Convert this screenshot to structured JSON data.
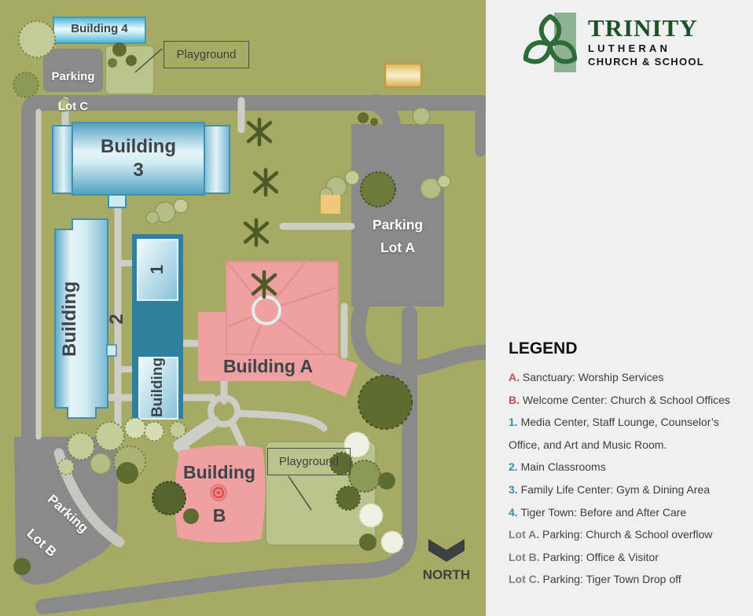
{
  "logo": {
    "trinity": "TRINITY",
    "lutheran": "LUTHERAN",
    "church_school": "CHURCH & SCHOOL",
    "knot_color": "#2d6b38",
    "rect_color": "#8fb293"
  },
  "map": {
    "background_color": "#a6aa64",
    "road_color": "#8a8a8a",
    "path_color": "#cdcec6",
    "building_blue_color": "#4f9fc0",
    "building_teal_color": "#2f7f9d",
    "building_pink_color": "#efa1a1",
    "building4": {
      "label": "Building 4"
    },
    "parking_lot_c": {
      "line1": "Parking",
      "line2": "Lot  C"
    },
    "playground_top": {
      "label": "Playground"
    },
    "building3": {
      "line1": "Building",
      "line2": "3"
    },
    "building2": {
      "line1": "Building",
      "line2": "2"
    },
    "building1": {
      "number": "1",
      "word": "Building"
    },
    "building_a": {
      "label": "Building A"
    },
    "parking_lot_a": {
      "line1": "Parking",
      "line2": "Lot  A"
    },
    "building_b": {
      "word": "Building",
      "letter": "B"
    },
    "playground_bottom": {
      "label": "Playground"
    },
    "parking_lot_b": {
      "line1": "Parking",
      "line2": "Lot  B"
    },
    "north": {
      "label": "NORTH"
    }
  },
  "legend": {
    "title": "LEGEND",
    "colors": {
      "letters": "#c0504d",
      "numbers": "#3a8bb0",
      "lots": "#7f7f7f"
    },
    "items": [
      {
        "prefix": "A.",
        "text": "Sanctuary: Worship Services"
      },
      {
        "prefix": "B.",
        "text": "Welcome Center: Church & School Offices"
      },
      {
        "prefix": "1.",
        "text": "Media Center, Staff Lounge, Counselor’s Office, and Art and Music Room."
      },
      {
        "prefix": "2.",
        "text": "Main Classrooms"
      },
      {
        "prefix": "3.",
        "text": "Family Life Center: Gym & Dining Area"
      },
      {
        "prefix": "4.",
        "text": "Tiger Town: Before and After Care"
      },
      {
        "prefix": "Lot A.",
        "text": "Parking: Church & School overflow"
      },
      {
        "prefix": "Lot B.",
        "text": "Parking: Office & Visitor"
      },
      {
        "prefix": "Lot C.",
        "text": "Parking: Tiger Town Drop off"
      }
    ]
  }
}
